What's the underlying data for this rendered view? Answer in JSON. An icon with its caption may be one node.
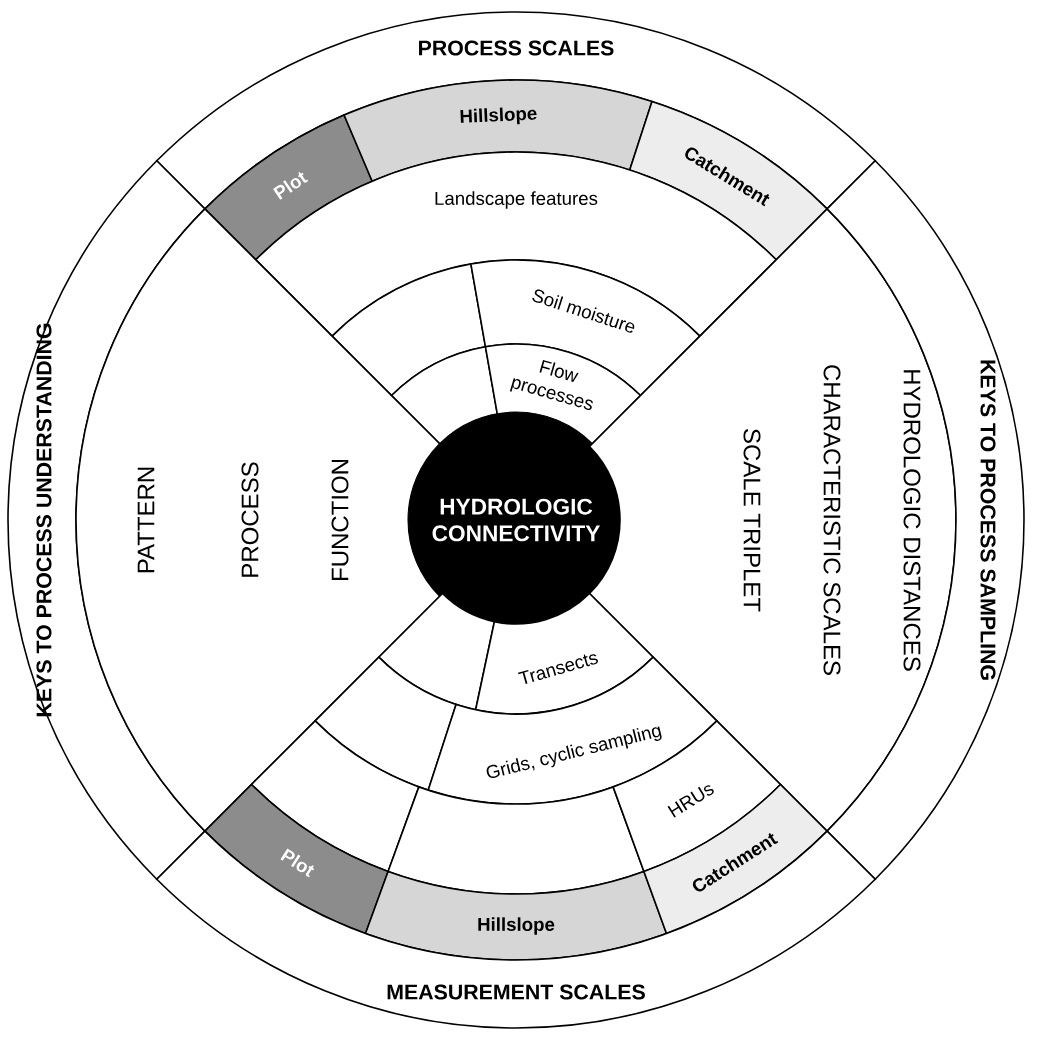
{
  "diagram": {
    "nodes": [
      {
        "text": [
          "PROCESS SCALES"
        ]
      },
      {
        "text": [
          "Plot"
        ]
      },
      {
        "text": [
          "Hillslope"
        ]
      },
      {
        "text": [
          "Catchment"
        ]
      },
      {
        "text": [
          "Landscape features"
        ]
      },
      {
        "text": [],
        "shape": "sector"
      },
      {
        "text": [
          "Soil moisture"
        ]
      },
      {
        "text": [],
        "shape": "sector"
      },
      {
        "text": [
          "Flow processes"
        ]
      },
      {
        "text": [
          "KEYS TO PROCESS UNDERSTANDING"
        ]
      },
      {
        "text": [
          "PATTERN",
          "PROCESS",
          "FUNCTION"
        ]
      },
      {
        "text": [
          "HYDROLOGIC CONNECTIVITY"
        ]
      },
      {
        "text": [
          "SCALE TRIPLET",
          "CHARACTERISTIC SCALES",
          "HYDROLOGIC DISTANCES"
        ]
      },
      {
        "text": [
          "KEYS TO PROCESS SAMPLING"
        ]
      },
      {
        "text": [],
        "shape": "sector"
      },
      {
        "text": [
          "Transects"
        ]
      },
      {
        "text": [],
        "shape": "sector"
      },
      {
        "text": [
          "Grids, cyclic sampling"
        ]
      },
      {
        "text": [],
        "shape": "sector"
      },
      {
        "text": [],
        "shape": "sector"
      },
      {
        "text": [
          "HRUs"
        ]
      },
      {
        "text": [
          "Plot"
        ]
      },
      {
        "text": [
          "Hillslope"
        ]
      },
      {
        "text": [
          "Catchment"
        ]
      },
      {
        "text": [
          "MEASUREMENT SCALES"
        ]
      }
    ]
  }
}
